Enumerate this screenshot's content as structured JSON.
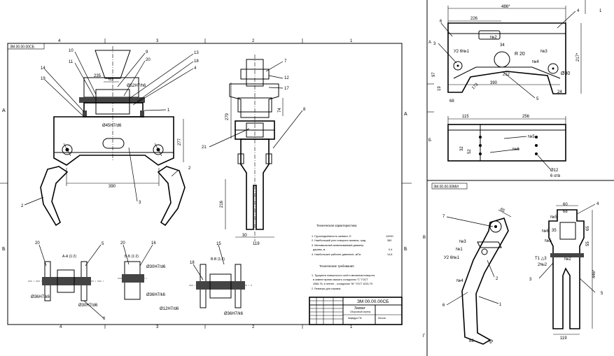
{
  "main_sheet": {
    "stamp": "ЗМ.00.00.00СБ",
    "zones_top": [
      "4",
      "3",
      "2",
      "1"
    ],
    "zones_bottom": [
      "4",
      "3",
      "2",
      "1"
    ],
    "zones_side": [
      "А",
      "Б"
    ],
    "dims_front": [
      "65",
      "235",
      "Ø52H7/h6",
      "Ø45H7/d6",
      "277",
      "390"
    ],
    "dims_side": [
      "279",
      "74",
      "216",
      "30",
      "119"
    ],
    "callouts_front": [
      "10",
      "11",
      "9",
      "20",
      "13",
      "18",
      "14",
      "19",
      "3",
      "4",
      "1",
      "2",
      "2",
      "3"
    ],
    "callouts_side": [
      "7",
      "12",
      "17",
      "8",
      "21"
    ],
    "sections": [
      {
        "title": "А-А (1:2)",
        "dims": [
          "Ø36H7/k6",
          "Ø30H7/d6"
        ],
        "callouts": [
          "20",
          "5",
          "6"
        ]
      },
      {
        "title": "Б-Б (1:2)",
        "dims": [
          "Ø30H7/d6",
          "Ø36H7/k6",
          "Ø12H7/d6"
        ],
        "callouts": [
          "20",
          "16"
        ]
      },
      {
        "title": "В-В (1:2)",
        "dims": [
          "Ø36H7/k6"
        ],
        "callouts": [
          "18",
          "15"
        ]
      }
    ],
    "tech_title": "Техническая характеристика",
    "tech_items": [
      {
        "text": "1. Грузоподъёмность захвата, Н",
        "value": "12000"
      },
      {
        "text": "2. Наибольший угол поворота захвата, град",
        "value": "360"
      },
      {
        "text": "3. Минимальный захватываемый диаметр",
        "value": ""
      },
      {
        "text": "дерева, м",
        "value": "0,4"
      },
      {
        "text": "4. Наибольшее рабочее давление, мПа",
        "value": "14,8"
      }
    ],
    "req_title": "Технические требования",
    "req_items": [
      "1. Трущиеся поверхности осей и механизм поворота",
      "в зимнее время смазать солидолом \"С\" ГОСТ",
      "4366-76, в летнее - солидолом \"Ж\" ГОСТ 1033-79.",
      "2. Размеры для справок."
    ],
    "title_block": {
      "code": "ЗМ 00.00.00СБ",
      "name": "Захват",
      "subtitle": "Сборочный чертеж",
      "org": "Кафедра ТМ",
      "sheet": "Листов"
    }
  },
  "part_top": {
    "dims": [
      "486*",
      "226",
      "34",
      "R 20",
      "212",
      "Ø30",
      "390",
      "24",
      "68",
      "173",
      "97",
      "19",
      "217*"
    ],
    "callouts": [
      "4",
      "6",
      "3",
      "1",
      "5"
    ],
    "marks": [
      "№2",
      "№3",
      "№4",
      "У2 6№1"
    ]
  },
  "part_mid": {
    "dims": [
      "115",
      "256",
      "32",
      "52"
    ],
    "marks": [
      "№5",
      "№6",
      "Ø12",
      "6 отв"
    ],
    "zone": "Б"
  },
  "part_bottom": {
    "stamp": "ЗМ.00.00.00МИ",
    "callouts_left": [
      "7",
      "2",
      "6",
      "1"
    ],
    "callouts_right": [
      "4",
      "3",
      "5"
    ],
    "marks_left": [
      "№3",
      "№1",
      "У2 6№1",
      "№4"
    ],
    "marks_right": [
      "№5",
      "№6",
      "№5",
      "№2",
      "Т1 △3",
      "2№2"
    ],
    "dims_left": [
      "65",
      "82",
      "39"
    ],
    "dims_right": [
      "60",
      "68",
      "35",
      "65",
      "55",
      "446*",
      "119"
    ],
    "zones": [
      "В",
      "Г"
    ]
  }
}
